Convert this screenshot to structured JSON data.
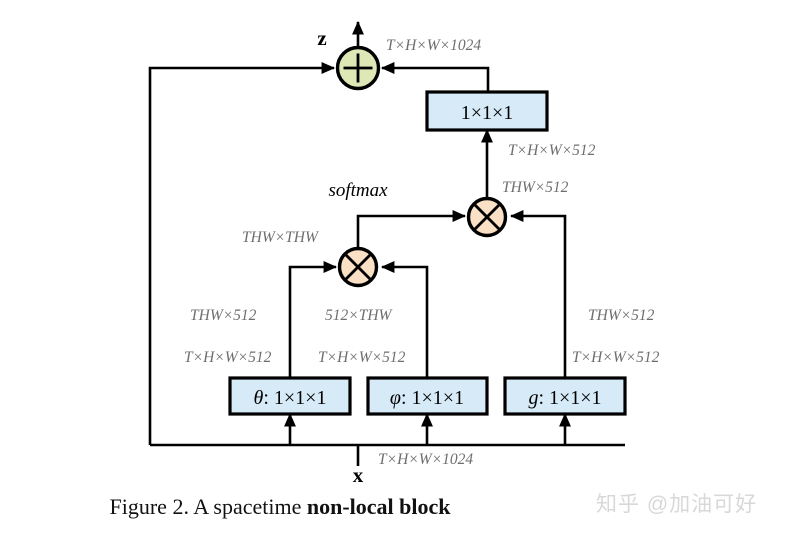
{
  "figure": {
    "caption_prefix": "Figure 2. A spacetime ",
    "caption_bold": "non-local block",
    "watermark": "知乎 @加油可好"
  },
  "colors": {
    "sum_node_fill": "#dde8b6",
    "mul_node_fill": "#fae1c5",
    "conv_box_fill": "#d6eaf8",
    "stroke": "#000000",
    "dim_text": "#6e6e6e"
  },
  "nodes": {
    "output": {
      "label": "z"
    },
    "input": {
      "label": "x"
    },
    "sum": {
      "symbol": "+"
    },
    "matmul_attention": {
      "symbol": "×"
    },
    "matmul_qk": {
      "symbol": "×"
    },
    "softmax": {
      "label": "softmax"
    }
  },
  "boxes": {
    "top_conv": {
      "label": "1×1×1"
    },
    "theta": {
      "greek": "θ",
      "sep": ": ",
      "kernel": "1×1×1"
    },
    "phi": {
      "greek": "φ",
      "sep": ": ",
      "kernel": "1×1×1"
    },
    "g": {
      "greek": "g",
      "sep": ": ",
      "kernel": "1×1×1"
    }
  },
  "dims": {
    "output_shape": "T×H×W×1024",
    "top_conv_in": "T×H×W×512",
    "attention_out": "THW×512",
    "softmax_out": "THW×THW",
    "theta_flat": "THW×512",
    "theta_shape": "T×H×W×512",
    "phi_flat": "512×THW",
    "phi_shape": "T×H×W×512",
    "g_flat": "THW×512",
    "g_shape": "T×H×W×512",
    "input_shape": "T×H×W×1024"
  }
}
